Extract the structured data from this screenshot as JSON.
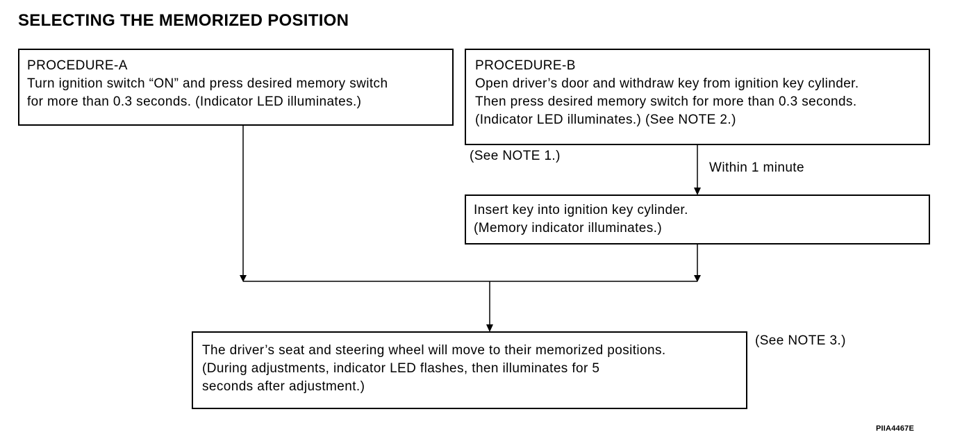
{
  "title": "SELECTING THE MEMORIZED POSITION",
  "procedure_a": {
    "heading": "PROCEDURE-A",
    "lines": [
      "Turn ignition switch “ON” and press desired memory switch",
      "for more than 0.3 seconds. (Indicator LED illuminates.)"
    ]
  },
  "procedure_b": {
    "heading": "PROCEDURE-B",
    "lines": [
      "Open driver’s door and withdraw key from ignition key cylinder.",
      "Then press desired memory switch for more than 0.3 seconds.",
      "(Indicator LED illuminates.) (See NOTE 2.)"
    ]
  },
  "insert_key": {
    "lines": [
      "Insert key into ignition key cylinder.",
      "(Memory indicator illuminates.)"
    ]
  },
  "result": {
    "lines": [
      "The driver’s seat and steering wheel will move to their memorized positions.",
      "(During adjustments, indicator LED flashes, then illuminates for 5",
      "seconds after adjustment.)"
    ]
  },
  "notes": {
    "note1": "(See NOTE 1.)",
    "within": "Within 1 minute",
    "note3": "(See NOTE 3.)"
  },
  "figure_id": "PIIA4467E"
}
